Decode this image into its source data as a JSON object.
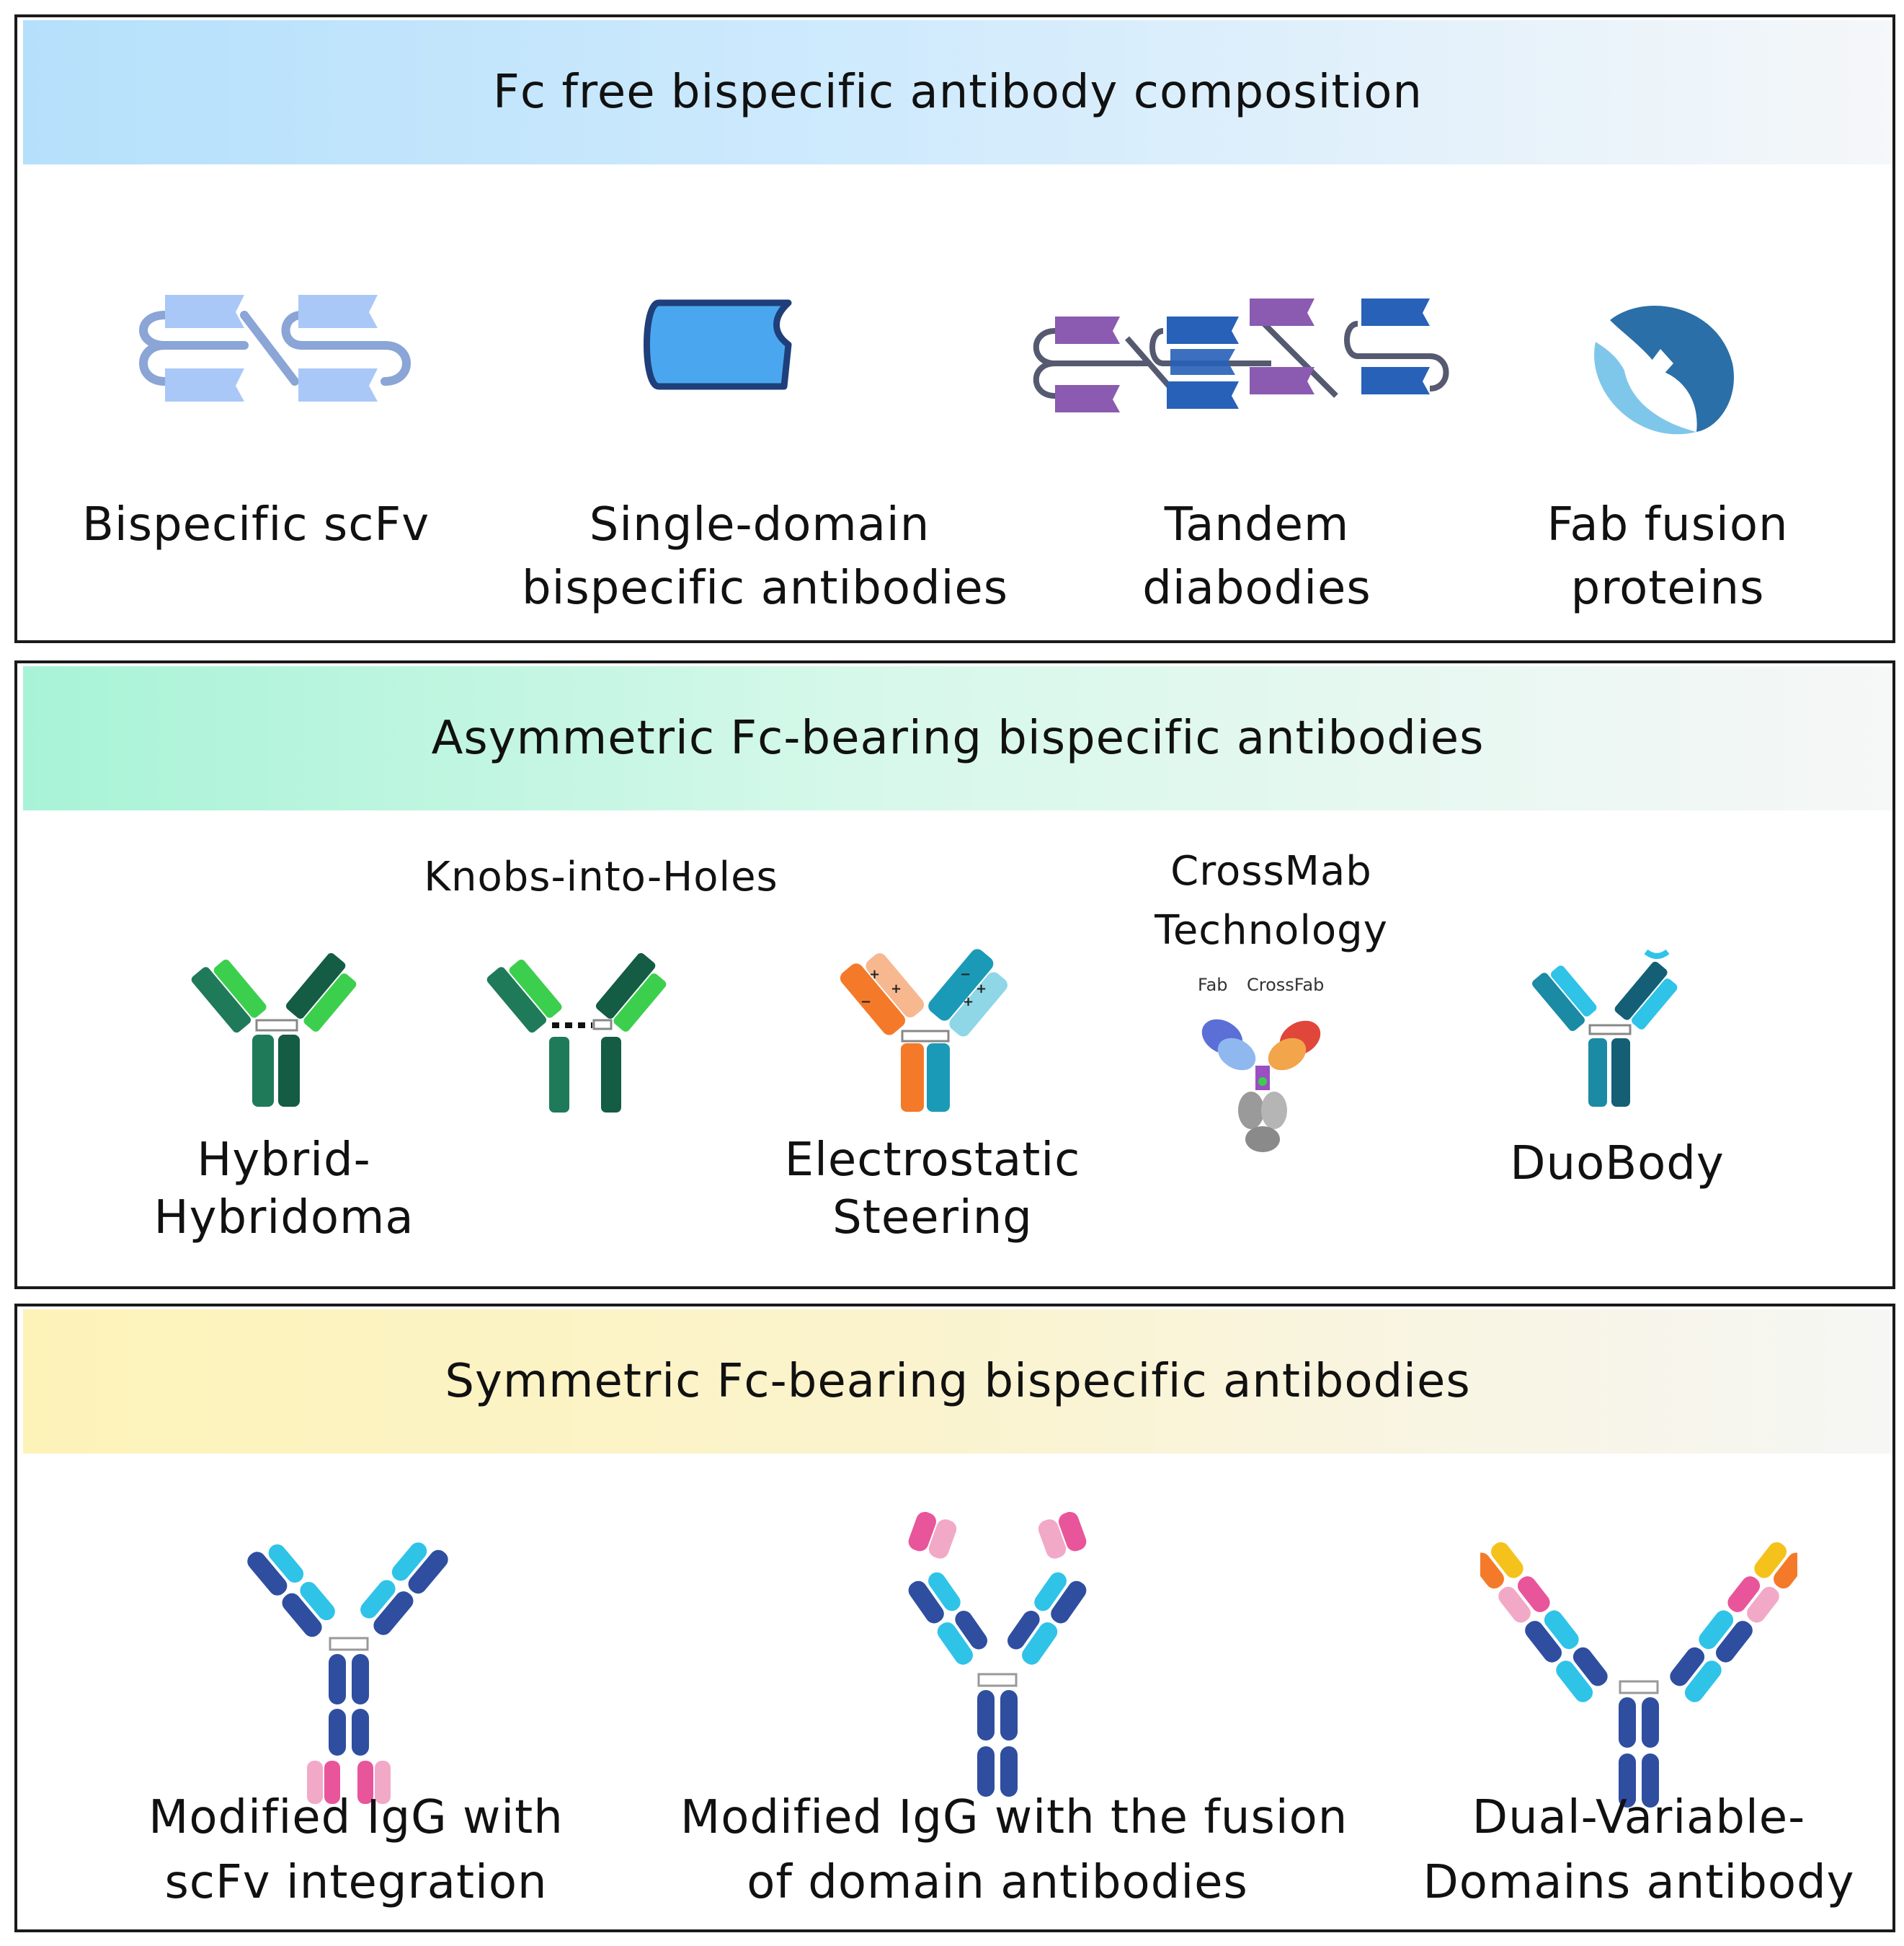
{
  "panels": [
    {
      "title": "Fc free bispecific antibody composition",
      "items": [
        {
          "label": "Bispecific scFv"
        },
        {
          "label_lines": [
            "Single-domain",
            "bispecific antibodies"
          ]
        },
        {
          "label_lines": [
            "Tandem",
            "diabodies"
          ]
        },
        {
          "label_lines": [
            "Fab fusion",
            "proteins"
          ]
        }
      ]
    },
    {
      "title": "Asymmetric Fc-bearing bispecific antibodies",
      "group_labels": {
        "knobs": "Knobs-into-Holes",
        "crossmab_lines": [
          "CrossMab",
          "Technology"
        ]
      },
      "crossmab_tags": {
        "fab": "Fab",
        "crossfab": "CrossFab"
      },
      "items": [
        {
          "label_lines": [
            "Hybrid-",
            "Hybridoma"
          ]
        },
        {
          "label_lines": [
            "Electrostatic",
            "Steering"
          ]
        },
        {
          "label": "DuoBody"
        }
      ]
    },
    {
      "title": "Symmetric Fc-bearing bispecific antibodies",
      "items": [
        {
          "label_lines": [
            "Modified IgG with",
            "scFv integration"
          ]
        },
        {
          "label_lines": [
            "Modified IgG with the fusion",
            "of domain antibodies"
          ]
        },
        {
          "label_lines": [
            "Dual-Variable-",
            "Domains antibody"
          ]
        }
      ]
    }
  ],
  "colors": {
    "scfv_light_blue": "#a9c8f7",
    "sdab_blue": "#4aa7ef",
    "diabody_purple": "#8a5bb0",
    "diabody_blue": "#2761b8",
    "fab_dark": "#2a6fa8",
    "fab_light": "#7ec7ea",
    "green_dark": "#1f7a5a",
    "green_light": "#3ccf4e",
    "teal": "#1b8aa5",
    "navy": "#2f4ea0",
    "cyan": "#2fc3e8",
    "pink": "#e8559b",
    "light_pink": "#f2a9c8",
    "orange": "#f47a2a",
    "yellow": "#f5c21c"
  }
}
